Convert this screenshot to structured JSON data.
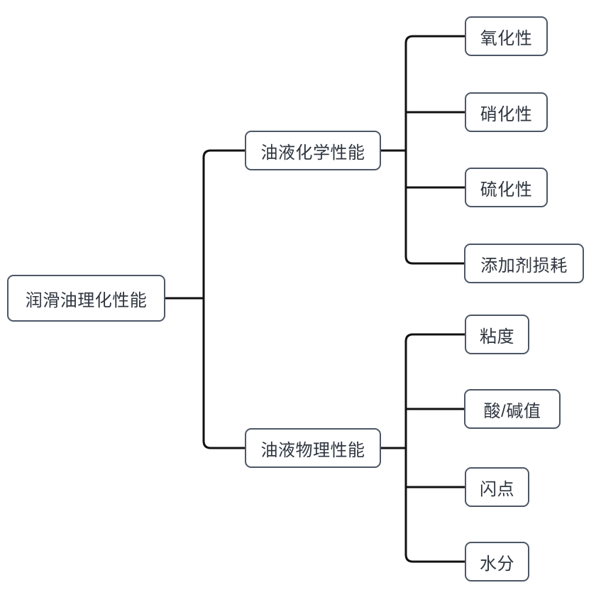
{
  "diagram": {
    "type": "mindmap-tree",
    "root": {
      "label": "润滑油理化性能"
    },
    "branches": [
      {
        "label": "油液化学性能",
        "children": [
          {
            "label": "氧化性"
          },
          {
            "label": "硝化性"
          },
          {
            "label": "硫化性"
          },
          {
            "label": "添加剂损耗"
          }
        ]
      },
      {
        "label": "油液物理性能",
        "children": [
          {
            "label": "粘度"
          },
          {
            "label": "酸/碱值"
          },
          {
            "label": "闪点"
          },
          {
            "label": "水分"
          }
        ]
      }
    ],
    "colors": {
      "background": "#ffffff",
      "border": "#4d5766",
      "line": "#111111",
      "text": "#2f3640"
    }
  }
}
